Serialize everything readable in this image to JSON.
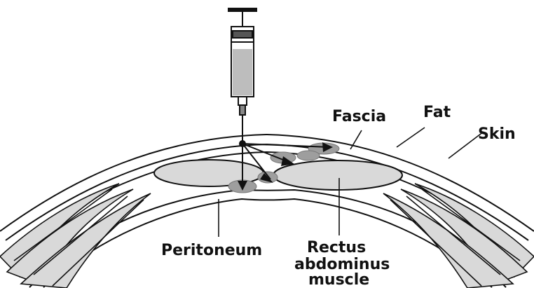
{
  "labels": {
    "fascia": "Fascia",
    "fat": "Fat",
    "skin": "Skin",
    "peritoneum": "Peritoneum",
    "rectus_line1": "Rectus",
    "rectus_line2": "abdominus",
    "rectus_line3": "muscle"
  },
  "colors": {
    "stroke": "#111111",
    "muscle_fill": "#d9d9d9",
    "injectate_fill": "#9e9e9e",
    "syringe_fill": "#bdbdbd",
    "background": "#ffffff"
  }
}
